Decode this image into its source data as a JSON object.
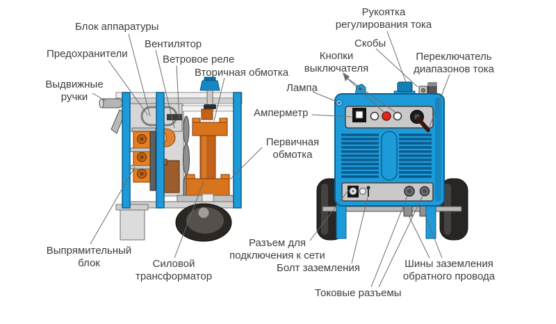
{
  "diagram_subject": "welding-rectifier-two-views",
  "callouts": [
    {
      "id": "equipment-block",
      "text": "Блок аппаратуры"
    },
    {
      "id": "fan",
      "text": "Вентилятор"
    },
    {
      "id": "wind-relay",
      "text": "Ветровое реле"
    },
    {
      "id": "secondary-winding",
      "text": "Вторичная обмотка"
    },
    {
      "id": "fuses",
      "text": "Предохранители"
    },
    {
      "id": "pullout-handles",
      "text": "Выдвижные\nручки"
    },
    {
      "id": "rectifier-block",
      "text": "Выпрямительный\nблок"
    },
    {
      "id": "power-transformer",
      "text": "Силовой\nтрансформатор"
    },
    {
      "id": "primary-winding",
      "text": "Первичная\nобмотка"
    },
    {
      "id": "current-regulation-handle",
      "text": "Рукоятка\nрегулирования тока"
    },
    {
      "id": "brackets",
      "text": "Скобы"
    },
    {
      "id": "switch-buttons",
      "text": "Кнопки\nвыключателя"
    },
    {
      "id": "current-range-switch",
      "text": "Переключатель\nдиапазонов тока"
    },
    {
      "id": "lamp",
      "text": "Лампа"
    },
    {
      "id": "ammeter",
      "text": "Амперметр"
    },
    {
      "id": "mains-connector",
      "text": "Разъем для\nподключения к сети"
    },
    {
      "id": "grounding-bolt",
      "text": "Болт заземления"
    },
    {
      "id": "current-connectors",
      "text": "Токовые разъемы"
    },
    {
      "id": "return-wire-ground-buses",
      "text": "Шины заземления\nобратного провода"
    }
  ],
  "colors": {
    "machine_blue": "#1d9bd8",
    "machine_blue_dark": "#0b5d8f",
    "coil_orange": "#d9731c",
    "panel_gray": "#c9c9c9",
    "lamp_red": "#e3261c",
    "wheel_dark": "#2b2723",
    "label_text": "#3d3d3d",
    "leader_line": "#6a6a6a"
  }
}
